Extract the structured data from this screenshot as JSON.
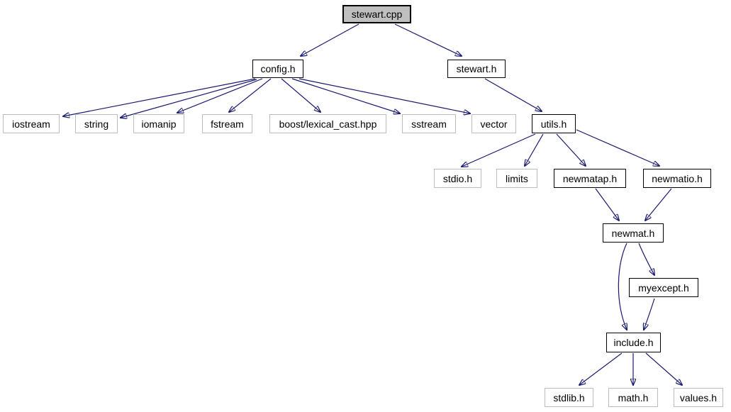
{
  "diagram": {
    "type": "include-dependency-graph",
    "root_file": "stewart.cpp",
    "colors": {
      "background": "#ffffff",
      "edge": "#191970",
      "root_fill": "#bfbfbf",
      "root_border": "#000000",
      "linked_node_border": "#000000",
      "leaf_node_border": "#bdbdbd",
      "node_fill": "#ffffff",
      "text": "#000000"
    },
    "nodes": [
      {
        "label": "stewart.cpp",
        "kind": "root"
      },
      {
        "label": "config.h",
        "kind": "linked"
      },
      {
        "label": "stewart.h",
        "kind": "linked"
      },
      {
        "label": "iostream",
        "kind": "leaf"
      },
      {
        "label": "string",
        "kind": "leaf"
      },
      {
        "label": "iomanip",
        "kind": "leaf"
      },
      {
        "label": "fstream",
        "kind": "leaf"
      },
      {
        "label": "boost/lexical_cast.hpp",
        "kind": "leaf"
      },
      {
        "label": "sstream",
        "kind": "leaf"
      },
      {
        "label": "vector",
        "kind": "leaf"
      },
      {
        "label": "utils.h",
        "kind": "linked"
      },
      {
        "label": "stdio.h",
        "kind": "leaf"
      },
      {
        "label": "limits",
        "kind": "leaf"
      },
      {
        "label": "newmatap.h",
        "kind": "linked"
      },
      {
        "label": "newmatio.h",
        "kind": "linked"
      },
      {
        "label": "newmat.h",
        "kind": "linked"
      },
      {
        "label": "myexcept.h",
        "kind": "linked"
      },
      {
        "label": "include.h",
        "kind": "linked"
      },
      {
        "label": "stdlib.h",
        "kind": "leaf"
      },
      {
        "label": "math.h",
        "kind": "leaf"
      },
      {
        "label": "values.h",
        "kind": "leaf"
      }
    ],
    "edges": [
      {
        "from": "stewart.cpp",
        "to": "config.h"
      },
      {
        "from": "stewart.cpp",
        "to": "stewart.h"
      },
      {
        "from": "config.h",
        "to": "iostream"
      },
      {
        "from": "config.h",
        "to": "string"
      },
      {
        "from": "config.h",
        "to": "iomanip"
      },
      {
        "from": "config.h",
        "to": "fstream"
      },
      {
        "from": "config.h",
        "to": "boost/lexical_cast.hpp"
      },
      {
        "from": "config.h",
        "to": "sstream"
      },
      {
        "from": "config.h",
        "to": "vector"
      },
      {
        "from": "stewart.h",
        "to": "utils.h"
      },
      {
        "from": "utils.h",
        "to": "stdio.h"
      },
      {
        "from": "utils.h",
        "to": "limits"
      },
      {
        "from": "utils.h",
        "to": "newmatap.h"
      },
      {
        "from": "utils.h",
        "to": "newmatio.h"
      },
      {
        "from": "newmatap.h",
        "to": "newmat.h"
      },
      {
        "from": "newmatio.h",
        "to": "newmat.h"
      },
      {
        "from": "newmat.h",
        "to": "myexcept.h"
      },
      {
        "from": "newmat.h",
        "to": "include.h"
      },
      {
        "from": "myexcept.h",
        "to": "include.h"
      },
      {
        "from": "include.h",
        "to": "stdlib.h"
      },
      {
        "from": "include.h",
        "to": "math.h"
      },
      {
        "from": "include.h",
        "to": "values.h"
      }
    ]
  }
}
